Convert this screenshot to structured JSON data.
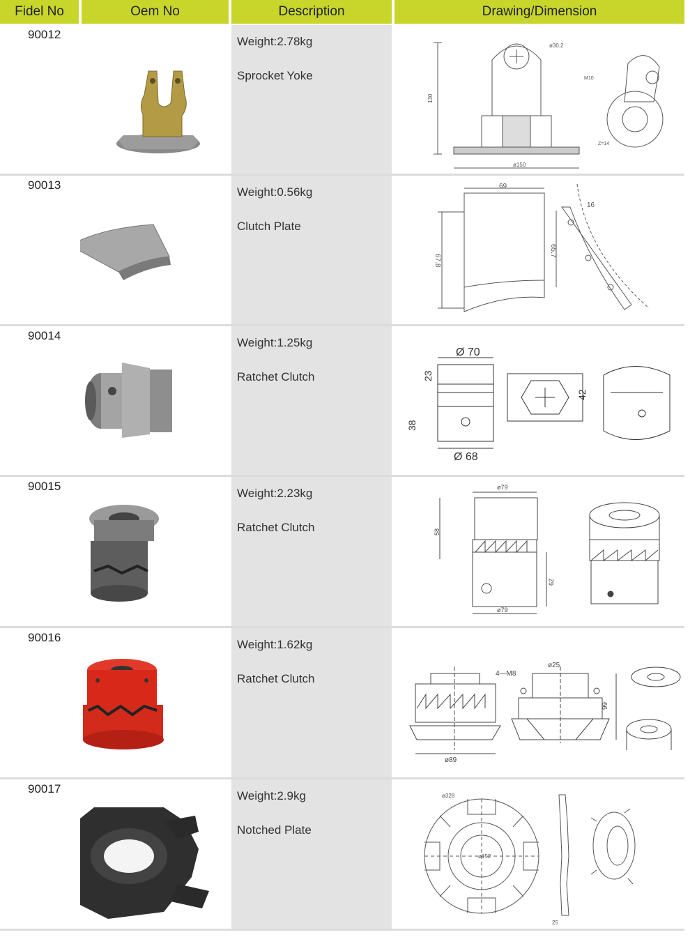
{
  "header": {
    "col_fidel": "Fidel No",
    "col_oem": "Oem No",
    "col_desc": "Description",
    "col_draw": "Drawing/Dimension"
  },
  "rows": [
    {
      "fidel_no": "90012",
      "oem_no": "",
      "weight": "Weight:2.78kg",
      "name": "Sprocket Yoke",
      "dims": {
        "a": "ø30.2",
        "b": "130",
        "c": "ø150",
        "d": "M10",
        "e": "Z=14"
      }
    },
    {
      "fidel_no": "90013",
      "oem_no": "",
      "weight": "Weight:0.56kg",
      "name": "Clutch Plate",
      "dims": {
        "a": "69",
        "b": "67.8",
        "c": "65.7",
        "d": "16"
      }
    },
    {
      "fidel_no": "90014",
      "oem_no": "",
      "weight": "Weight:1.25kg",
      "name": "Ratchet Clutch",
      "dims": {
        "a": "Ø 70",
        "b": "23",
        "c": "38",
        "d": "Ø 68",
        "e": "42"
      }
    },
    {
      "fidel_no": "90015",
      "oem_no": "",
      "weight": "Weight:2.23kg",
      "name": "Ratchet Clutch",
      "dims": {
        "a": "ø79",
        "b": "58",
        "c": "62",
        "d": "ø79"
      }
    },
    {
      "fidel_no": "90016",
      "oem_no": "",
      "weight": "Weight:1.62kg",
      "name": "Ratchet Clutch",
      "dims": {
        "a": "4—M8",
        "b": "ø25",
        "c": "66",
        "d": "ø89"
      }
    },
    {
      "fidel_no": "90017",
      "oem_no": "",
      "weight": "Weight:2.9kg",
      "name": "Notched Plate",
      "dims": {
        "a": "ø328",
        "b": "ø152",
        "c": "25"
      }
    }
  ],
  "colors": {
    "header_bg": "#c8d62c",
    "desc_bg": "#e3e3e3"
  }
}
